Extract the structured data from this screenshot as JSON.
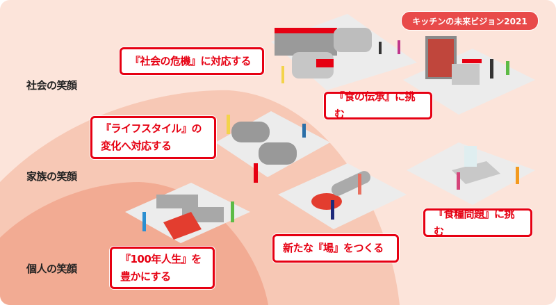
{
  "title_badge": "キッチンの未来ビジョン2021",
  "tiers": {
    "society": "社会の笑顔",
    "family": "家族の笑顔",
    "individual": "個人の笑顔"
  },
  "themes": {
    "social_crisis": [
      "『社会の危機』に対応する"
    ],
    "food_heritage": [
      "『食の伝承』に挑む"
    ],
    "lifestyle": [
      "『ライフスタイル』の",
      "変化へ対応する"
    ],
    "food_problem": [
      "『食糧問題』に挑む"
    ],
    "new_place": [
      "新たな『場』をつくる"
    ],
    "life_100": [
      "『100年人生』を",
      "豊かにする"
    ]
  },
  "colors": {
    "accent": "#e60012",
    "outer": "#fce4da",
    "middle": "#f7c8b5",
    "inner": "#f2ab93"
  }
}
